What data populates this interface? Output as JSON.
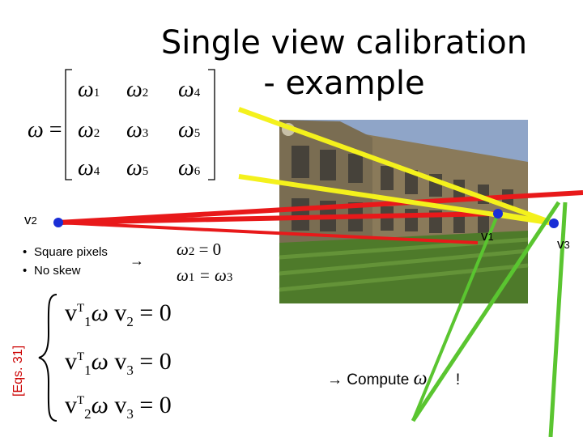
{
  "title": "Single view calibration - example",
  "matrix": {
    "lhs": "ω",
    "equals": "=",
    "rows": [
      [
        {
          "sym": "ω",
          "sub": "1"
        },
        {
          "sym": "ω",
          "sub": "2"
        },
        {
          "sym": "ω",
          "sub": "4"
        }
      ],
      [
        {
          "sym": "ω",
          "sub": "2"
        },
        {
          "sym": "ω",
          "sub": "3"
        },
        {
          "sym": "ω",
          "sub": "5"
        }
      ],
      [
        {
          "sym": "ω",
          "sub": "4"
        },
        {
          "sym": "ω",
          "sub": "5"
        },
        {
          "sym": "ω",
          "sub": "6"
        }
      ]
    ]
  },
  "labels": {
    "v1": "v",
    "v1_sub": "1",
    "v2": "v",
    "v2_sub": "2",
    "v3": "v",
    "v3_sub": "3"
  },
  "bullets": [
    "Square pixels",
    "No skew"
  ],
  "bullet_dot": "•",
  "arrow": "→",
  "conditions": [
    {
      "lhs_sym": "ω",
      "lhs_sub": "2",
      "rhs": "= 0"
    },
    {
      "lhs_sym": "ω",
      "lhs_sub": "1",
      "rhs": "= ω",
      "rhs_sub": "3"
    }
  ],
  "equations": [
    {
      "a": "v",
      "a_sup": "T",
      "a_sub": "1",
      "w": "ω",
      "b": "v",
      "b_sub": "2",
      "rhs": "= 0"
    },
    {
      "a": "v",
      "a_sup": "T",
      "a_sub": "1",
      "w": "ω",
      "b": "v",
      "b_sub": "3",
      "rhs": "= 0"
    },
    {
      "a": "v",
      "a_sup": "T",
      "a_sub": "2",
      "w": "ω",
      "b": "v",
      "b_sub": "3",
      "rhs": "= 0"
    }
  ],
  "eq_ref": "[Eqs. 31]",
  "compute": {
    "arrow": "→",
    "text": " Compute ",
    "sym": "ω",
    "bang": "!"
  },
  "colors": {
    "red": "#e8191a",
    "yellow": "#f4f11c",
    "green": "#5ac530",
    "blue": "#1a2ed6",
    "eq_ref": "#cc0000"
  }
}
